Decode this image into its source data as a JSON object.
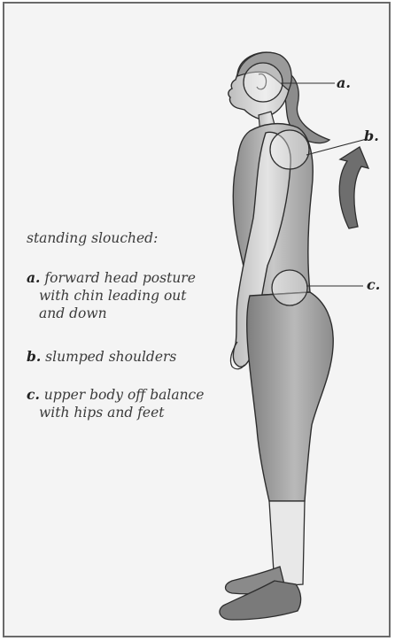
{
  "heading": "standing slouched:",
  "items": [
    {
      "key": "a.",
      "line1": "forward head posture",
      "line2": "with chin leading out",
      "line3": "and down"
    },
    {
      "key": "b.",
      "line1": "slumped shoulders"
    },
    {
      "key": "c.",
      "line1": "upper body off balance",
      "line2": "with hips and feet"
    }
  ],
  "callouts": {
    "a": "a.",
    "b": "b.",
    "c": "c."
  },
  "colors": {
    "skin": "#d2d2d2",
    "shirt": "#9a9a9a",
    "leggings": "#8f8f8f",
    "arrow": "#6e6e6e",
    "outline": "#2e2e2e"
  }
}
